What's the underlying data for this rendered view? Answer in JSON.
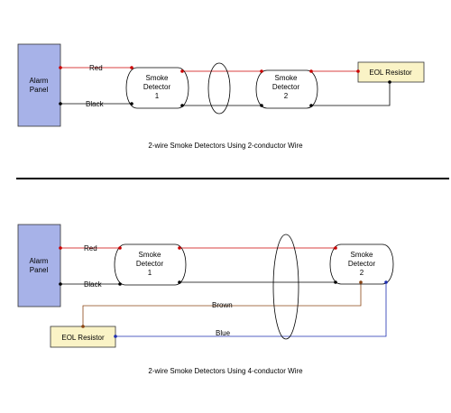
{
  "colors": {
    "panel_fill": "#a7b2e8",
    "eol_fill": "#faf3c6",
    "red_wire": "#cc0000",
    "black_wire": "#000000",
    "brown_wire": "#8b4513",
    "blue_wire": "#1f2fb0"
  },
  "top": {
    "panel": {
      "line1": "Alarm",
      "line2": "Panel"
    },
    "wire_red": "Red",
    "wire_black": "Black",
    "detector1": {
      "line1": "Smoke",
      "line2": "Detector",
      "line3": "1"
    },
    "detector2": {
      "line1": "Smoke",
      "line2": "Detector",
      "line3": "2"
    },
    "eol": "EOL Resistor",
    "caption": "2-wire Smoke Detectors Using 2-conductor Wire"
  },
  "bottom": {
    "panel": {
      "line1": "Alarm",
      "line2": "Panel"
    },
    "wire_red": "Red",
    "wire_black": "Black",
    "wire_brown": "Brown",
    "wire_blue": "Blue",
    "detector1": {
      "line1": "Smoke",
      "line2": "Detector",
      "line3": "1"
    },
    "detector2": {
      "line1": "Smoke",
      "line2": "Detector",
      "line3": "2"
    },
    "eol": "EOL Resistor",
    "caption": "2-wire Smoke Detectors Using 4-conductor Wire"
  }
}
